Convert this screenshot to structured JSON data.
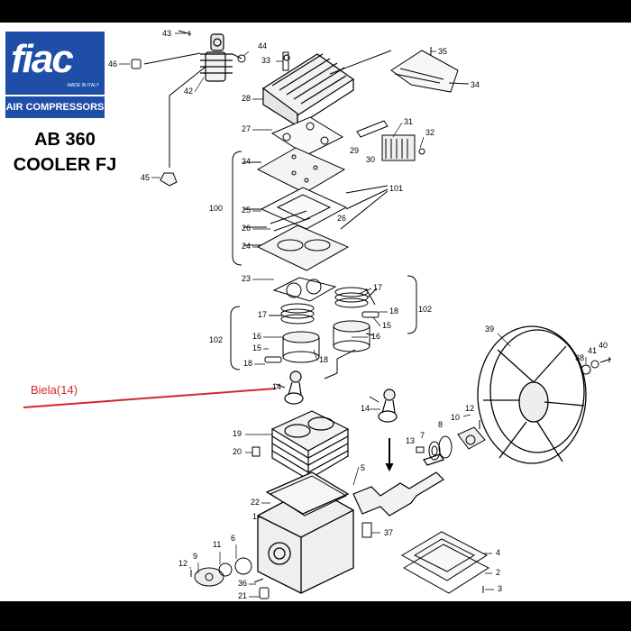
{
  "logo": {
    "brand": "fiac",
    "tagline": "MADE IN ITALY",
    "band": "AIR COMPRESSORS"
  },
  "model": {
    "line1": "AB 360",
    "line2": "COOLER FJ"
  },
  "highlight": {
    "text": "Biela(14)",
    "color": "#d0282e"
  },
  "parts": [
    {
      "n": "43"
    },
    {
      "n": "44"
    },
    {
      "n": "46"
    },
    {
      "n": "42"
    },
    {
      "n": "45"
    },
    {
      "n": "33"
    },
    {
      "n": "35"
    },
    {
      "n": "34"
    },
    {
      "n": "28"
    },
    {
      "n": "27"
    },
    {
      "n": "31"
    },
    {
      "n": "32"
    },
    {
      "n": "29"
    },
    {
      "n": "30"
    },
    {
      "n": "24"
    },
    {
      "n": "101"
    },
    {
      "n": "100"
    },
    {
      "n": "25"
    },
    {
      "n": "26"
    },
    {
      "n": "26"
    },
    {
      "n": "24"
    },
    {
      "n": "23"
    },
    {
      "n": "17"
    },
    {
      "n": "17"
    },
    {
      "n": "102"
    },
    {
      "n": "18"
    },
    {
      "n": "15"
    },
    {
      "n": "102"
    },
    {
      "n": "16"
    },
    {
      "n": "16"
    },
    {
      "n": "15"
    },
    {
      "n": "18"
    },
    {
      "n": "18"
    },
    {
      "n": "39"
    },
    {
      "n": "41"
    },
    {
      "n": "40"
    },
    {
      "n": "38"
    },
    {
      "n": "14"
    },
    {
      "n": "14"
    },
    {
      "n": "12"
    },
    {
      "n": "19"
    },
    {
      "n": "10"
    },
    {
      "n": "13"
    },
    {
      "n": "7"
    },
    {
      "n": "8"
    },
    {
      "n": "20"
    },
    {
      "n": "5"
    },
    {
      "n": "22"
    },
    {
      "n": "1"
    },
    {
      "n": "37"
    },
    {
      "n": "9"
    },
    {
      "n": "11"
    },
    {
      "n": "6"
    },
    {
      "n": "4"
    },
    {
      "n": "12"
    },
    {
      "n": "36"
    },
    {
      "n": "2"
    },
    {
      "n": "21"
    },
    {
      "n": "3"
    }
  ]
}
